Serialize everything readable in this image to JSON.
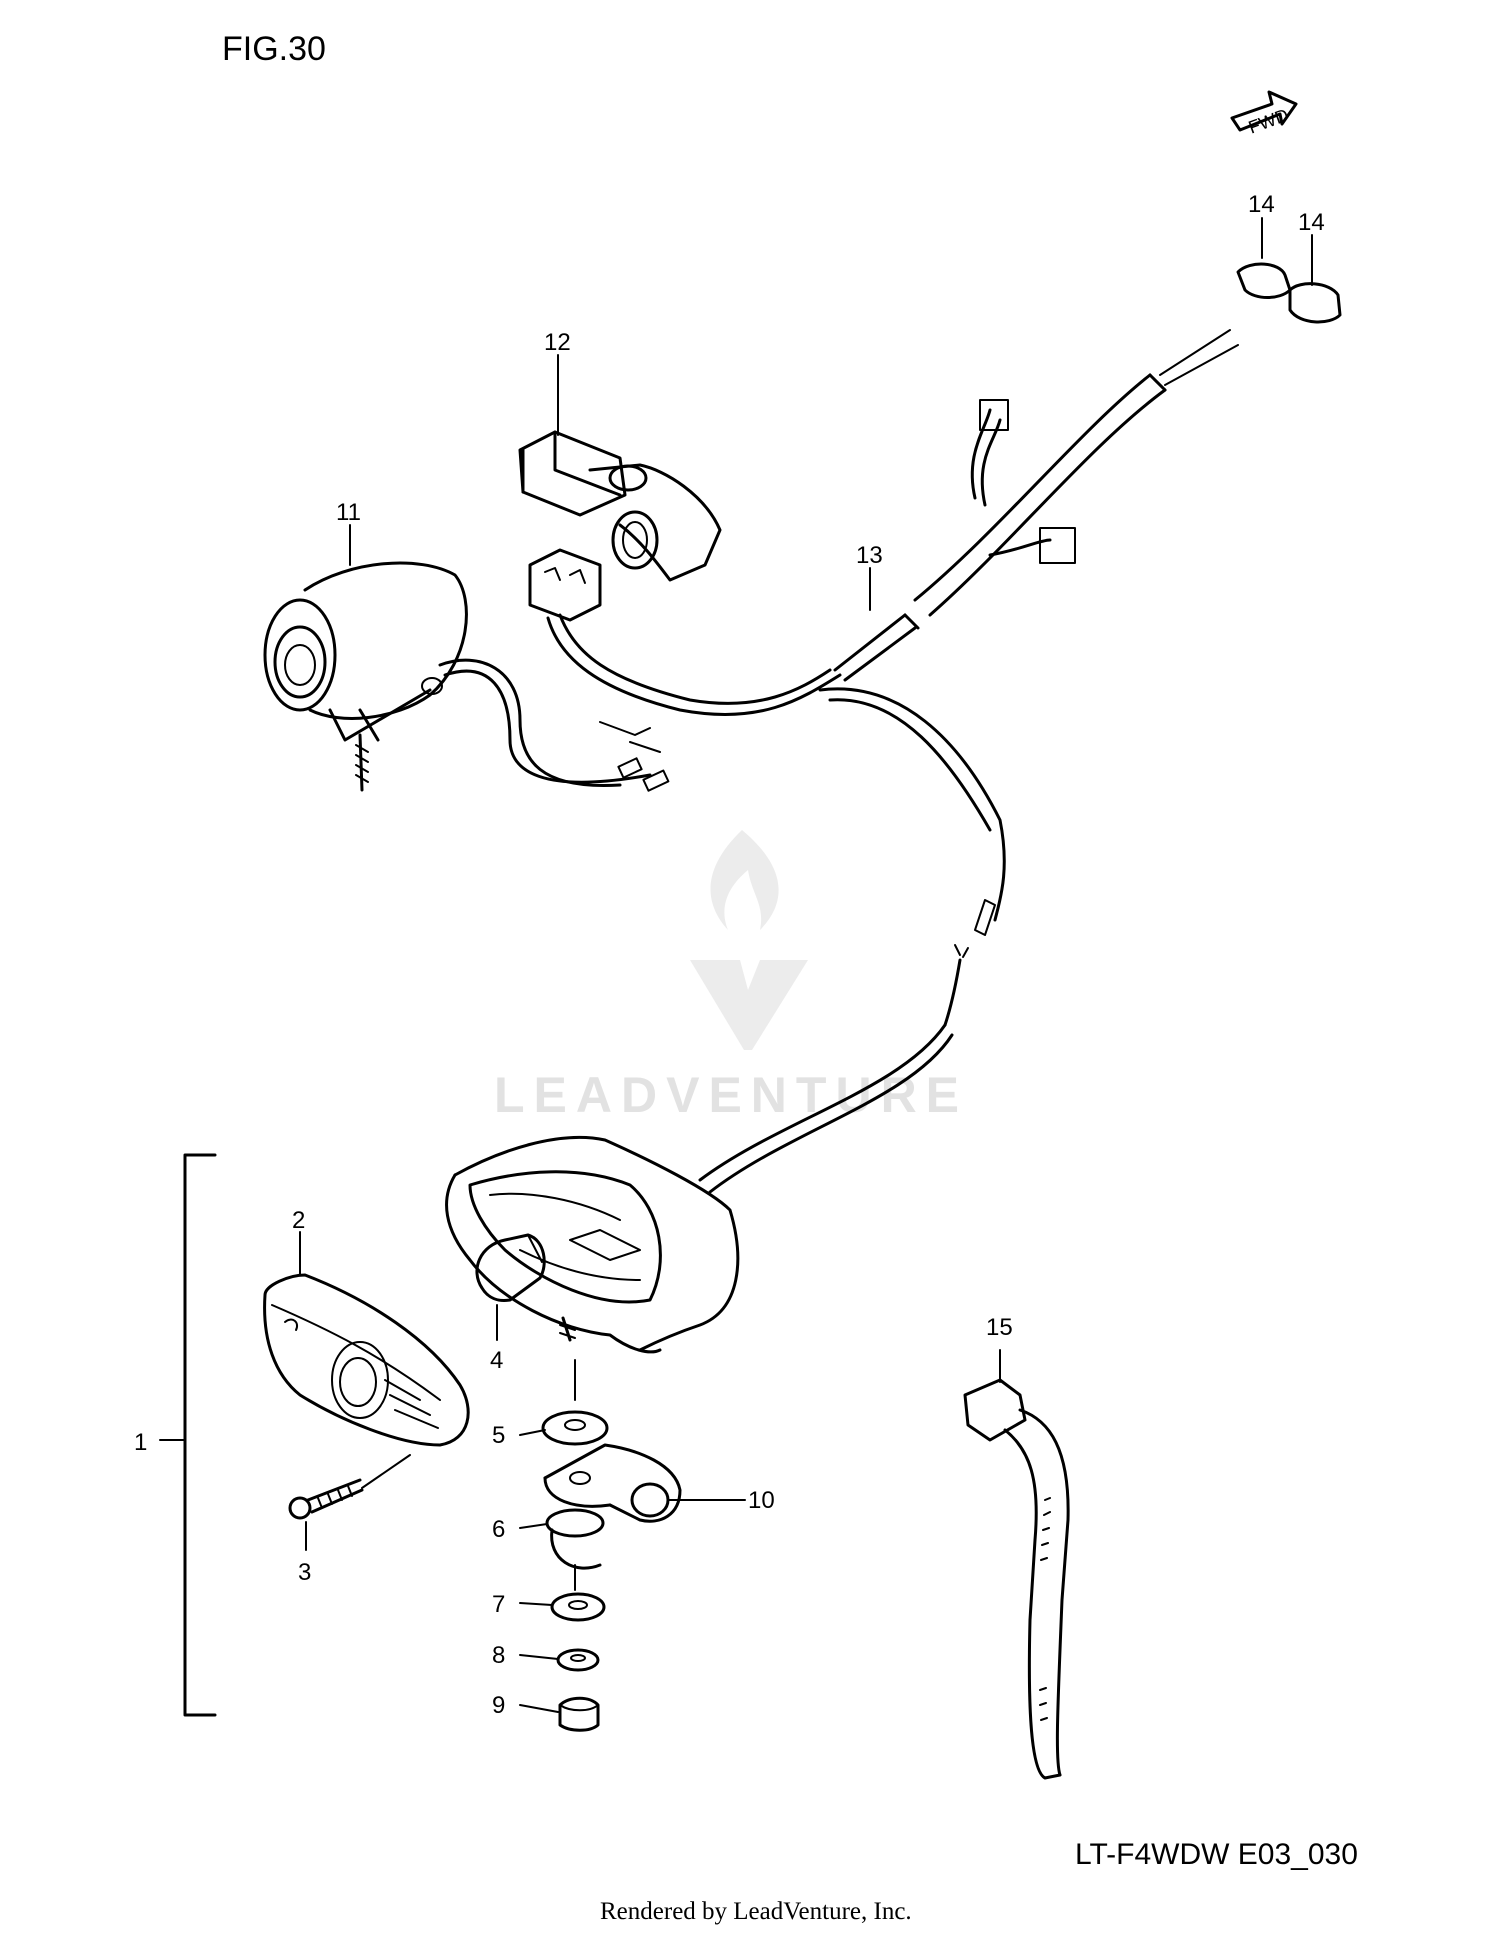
{
  "figure": {
    "title": "FIG.30",
    "code": "LT-F4WDW E03_030"
  },
  "footer": {
    "rendered_by": "Rendered by LeadVenture, Inc."
  },
  "watermark": {
    "text": "LEADVENTURE"
  },
  "direction_marker": {
    "label": "FWD",
    "icon": "fwd-arrow-icon"
  },
  "callouts": [
    "1",
    "2",
    "3",
    "4",
    "5",
    "6",
    "7",
    "8",
    "9",
    "10",
    "11",
    "12",
    "13",
    "14",
    "14",
    "15"
  ],
  "colors": {
    "line": "#000000",
    "watermark": "#e2e2e2"
  }
}
